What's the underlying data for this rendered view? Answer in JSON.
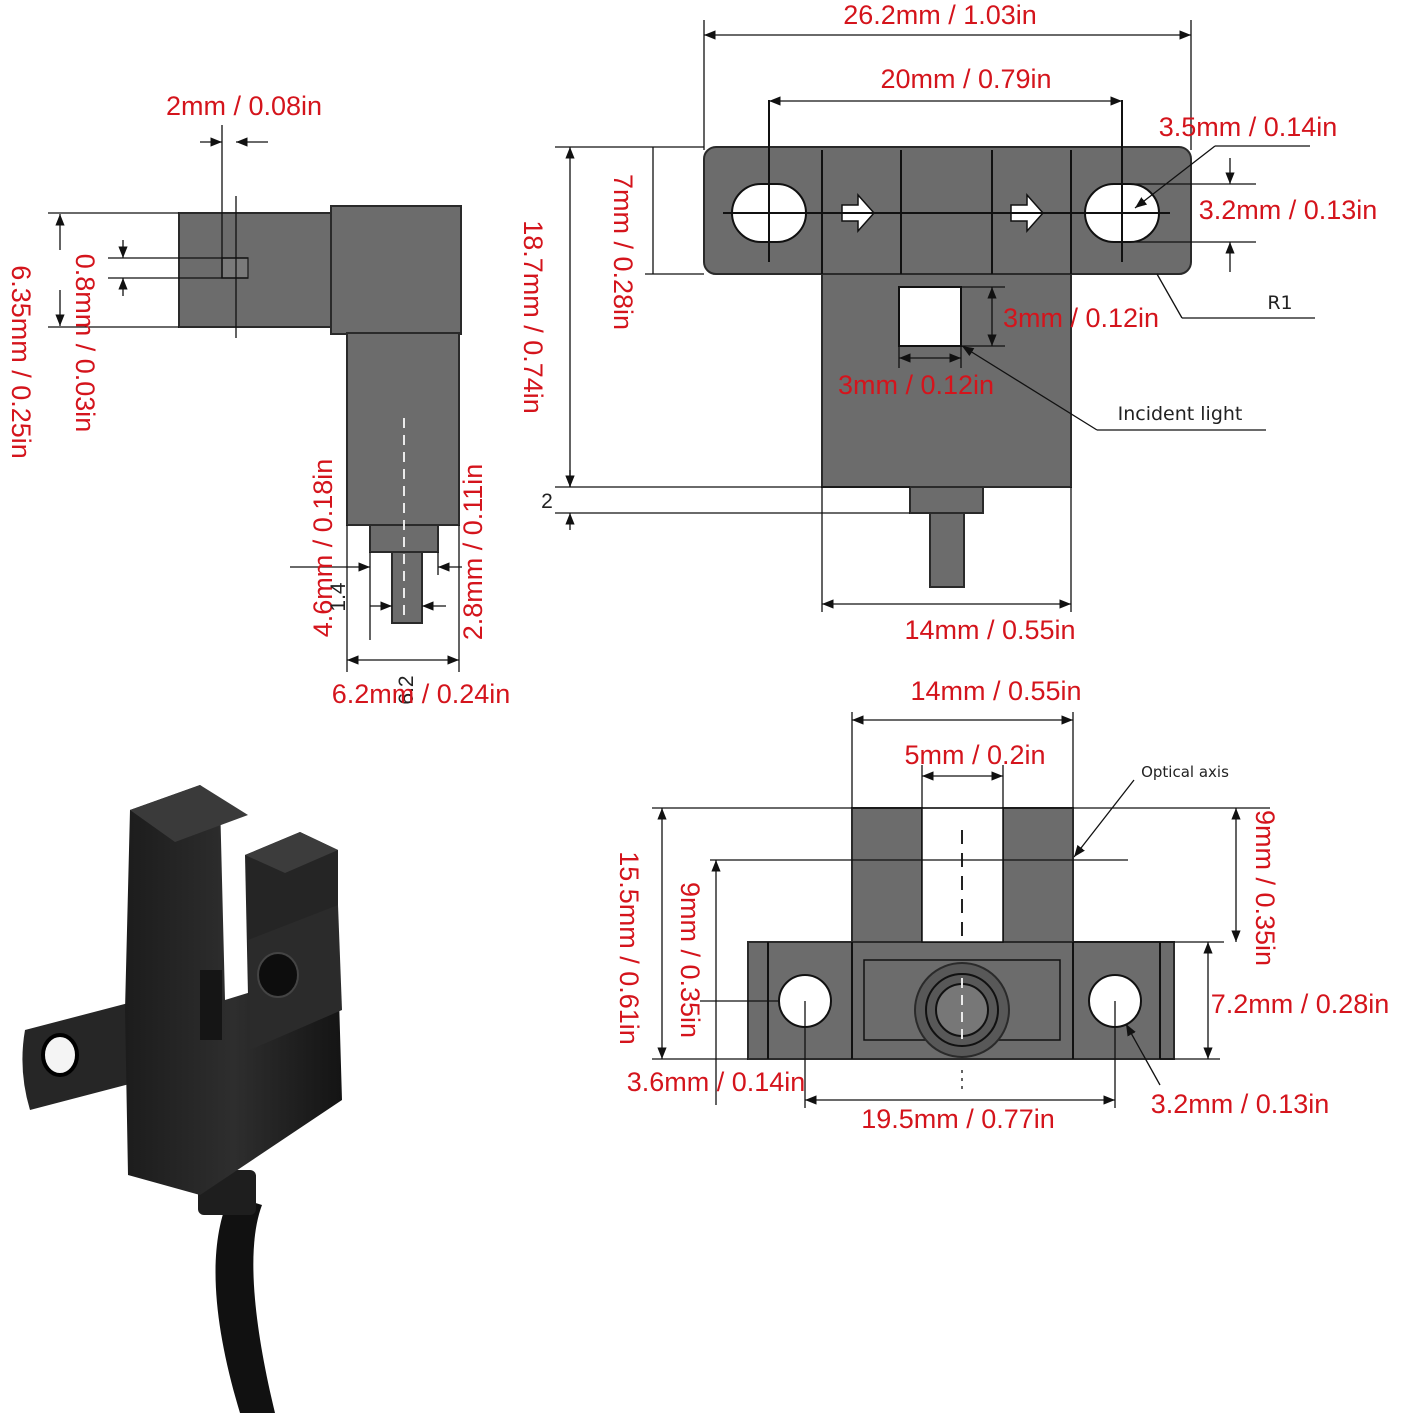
{
  "side_view": {
    "slot_width": "2mm / 0.08in",
    "height": "6.35mm / 0.25in",
    "lead_thickness": "0.8mm / 0.03in",
    "pin_offset": "4.6mm / 0.18in",
    "pin_side": "2.8mm / 0.11in",
    "base_width": "6.2mm / 0.24in",
    "small_a": "1.4",
    "small_b": "6.2"
  },
  "top_view": {
    "overall_width": "26.2mm / 1.03in",
    "hole_pitch": "20mm / 0.79in",
    "hole_length": "3.5mm / 0.14in",
    "hole_diameter": "3.2mm / 0.13in",
    "flange_height": "7mm / 0.28in",
    "total_height": "18.7mm / 0.74in",
    "aperture_height": "3mm / 0.12in",
    "aperture_width": "3mm / 0.12in",
    "radius": "R1",
    "incident_light": "Incident light",
    "lead_gap": "2",
    "body_width": "14mm / 0.55in"
  },
  "front_view": {
    "body_width": "14mm / 0.55in",
    "slot_width": "5mm / 0.2in",
    "optical_axis": "Optical axis",
    "total_height": "15.5mm / 0.61in",
    "axis_height": "9mm / 0.35in",
    "slot_depth": "9mm / 0.35in",
    "flange_height": "7.2mm / 0.28in",
    "flange_offset": "3.6mm / 0.14in",
    "hole_pitch": "19.5mm / 0.77in",
    "hole_diameter": "3.2mm / 0.13in"
  }
}
